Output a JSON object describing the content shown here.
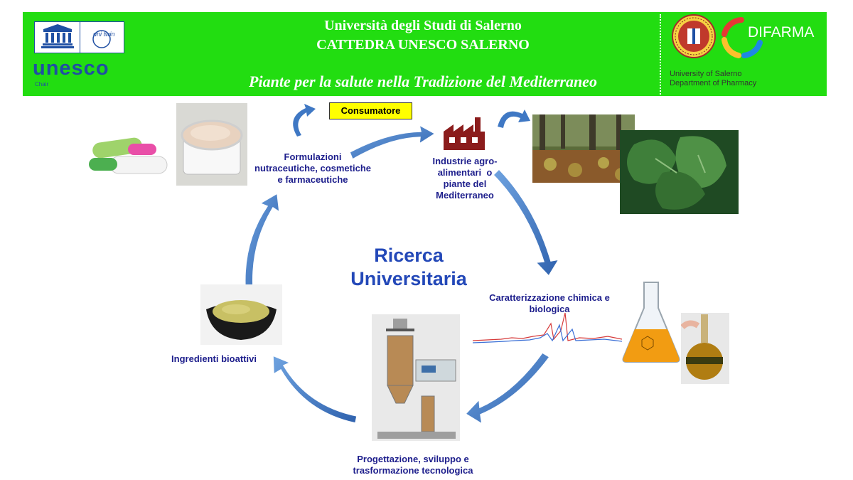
{
  "banner": {
    "title_line1": "Università degli Studi di Salerno",
    "title_line2": "CATTEDRA UNESCO SALERNO",
    "subtitle": "Piante per la salute nella Tradizione del Mediterraneo",
    "left_logo": {
      "word": "unesco",
      "chair": "Chair",
      "unitwin": "uni twin"
    },
    "right_logo": {
      "brand": "DIFARMA",
      "university": "University of Salerno",
      "department": "Department of Pharmacy"
    },
    "colors": {
      "banner_green": "#22dd11",
      "unesco_blue": "#1f4fa3"
    }
  },
  "diagram": {
    "center_title_line1": "Ricerca",
    "center_title_line2": "Universitaria",
    "consumer_label": "Consumatore",
    "steps": [
      {
        "id": "formulazioni",
        "lines": [
          "Formulazioni",
          "nutraceutiche, cosmetiche",
          "e farmaceutiche"
        ]
      },
      {
        "id": "industrie",
        "lines": [
          "Industrie agro-",
          "alimentari  o",
          "piante del",
          "Mediterraneo"
        ]
      },
      {
        "id": "caratterizzazione",
        "lines": [
          "Caratterizzazione chimica e",
          "biologica"
        ]
      },
      {
        "id": "progettazione",
        "lines": [
          "Progettazione, sviluppo e",
          "trasformazione tecnologica"
        ]
      },
      {
        "id": "ingredienti",
        "lines": [
          "Ingredienti bioattivi"
        ]
      }
    ],
    "colors": {
      "label_navy": "#1d1e8c",
      "title_blue": "#2348b8",
      "arrow_blue": "#3f78c4",
      "consumer_yellow": "#ffff00"
    },
    "images": [
      "pills",
      "cream-jar",
      "factory-icon",
      "chestnuts-forest",
      "leaves",
      "chromatogram",
      "flask",
      "round-flask",
      "spray-dryer",
      "powder-bowl"
    ]
  }
}
